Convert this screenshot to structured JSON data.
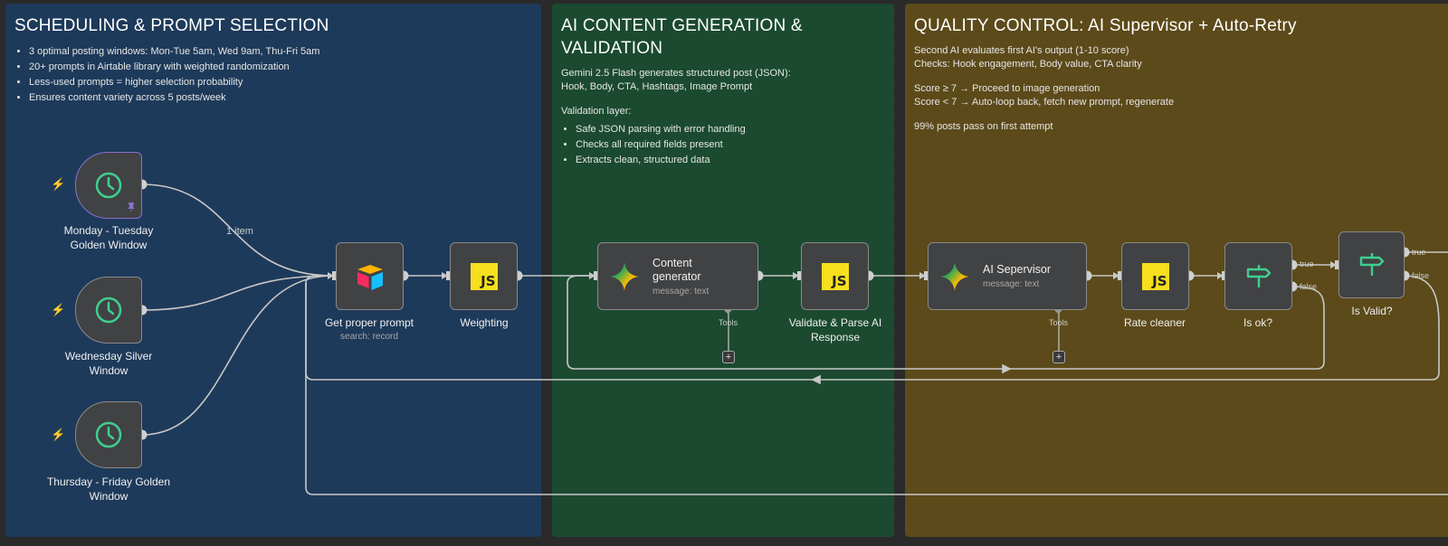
{
  "stickies": {
    "scheduling": {
      "title": "SCHEDULING & PROMPT SELECTION",
      "bullets": [
        "3 optimal posting windows: Mon-Tue 5am, Wed 9am, Thu-Fri 5am",
        "20+ prompts in Airtable library with weighted randomization",
        "Less-used prompts = higher selection probability",
        "Ensures content variety across 5 posts/week"
      ]
    },
    "generation": {
      "title": "AI CONTENT GENERATION & VALIDATION",
      "intro": "Gemini 2.5 Flash generates structured post (JSON):\nHook, Body, CTA, Hashtags, Image Prompt",
      "validation_title": "Validation layer:",
      "bullets": [
        "Safe JSON parsing with error handling",
        "Checks all required fields present",
        "Extracts clean, structured data"
      ]
    },
    "quality": {
      "title": "QUALITY CONTROL: AI Supervisor + Auto-Retry",
      "line1": "Second AI evaluates first AI's output (1-10 score)\nChecks: Hook engagement, Body value, CTA clarity",
      "line2": "Score ≥ 7 → Proceed to image generation\nScore < 7 → Auto-loop back, fetch new prompt, regenerate",
      "line3": "99% posts pass on first attempt"
    }
  },
  "nodes": {
    "monday": {
      "label": "Monday - Tuesday Golden Window",
      "icon": "clock-icon"
    },
    "wednesday": {
      "label": "Wednesday Silver Window",
      "icon": "clock-icon"
    },
    "thursday": {
      "label": "Thursday - Friday Golden Window",
      "icon": "clock-icon"
    },
    "get_prompt": {
      "label": "Get proper prompt",
      "sub": "search: record",
      "icon": "airtable-icon"
    },
    "weighting": {
      "label": "Weighting",
      "icon_text": "JS"
    },
    "content_generator": {
      "title": "Content generator",
      "sub": "message: text",
      "icon": "gemini-icon"
    },
    "validate": {
      "label": "Validate & Parse AI Response",
      "icon_text": "JS"
    },
    "supervisor": {
      "title": "AI Sepervisor",
      "sub": "message: text",
      "icon": "gemini-icon"
    },
    "rate_cleaner": {
      "label": "Rate cleaner",
      "icon_text": "JS"
    },
    "is_ok": {
      "label": "Is ok?",
      "icon": "signpost-icon"
    },
    "is_valid": {
      "label": "Is Valid?",
      "icon": "signpost-icon"
    }
  },
  "connections": {
    "item_count": "1 item",
    "tools_label": "Tools",
    "true_label": "true",
    "false_label": "false"
  },
  "colors": {
    "scheduling_bg": "#1e3a5a",
    "generation_bg": "#1b4a30",
    "quality_bg": "#5c4a1a",
    "canvas_bg": "#2a2a2a",
    "trigger_bolt": "#e06b5a",
    "clock_green": "#3ecf8e",
    "js_yellow": "#f7df1e"
  }
}
